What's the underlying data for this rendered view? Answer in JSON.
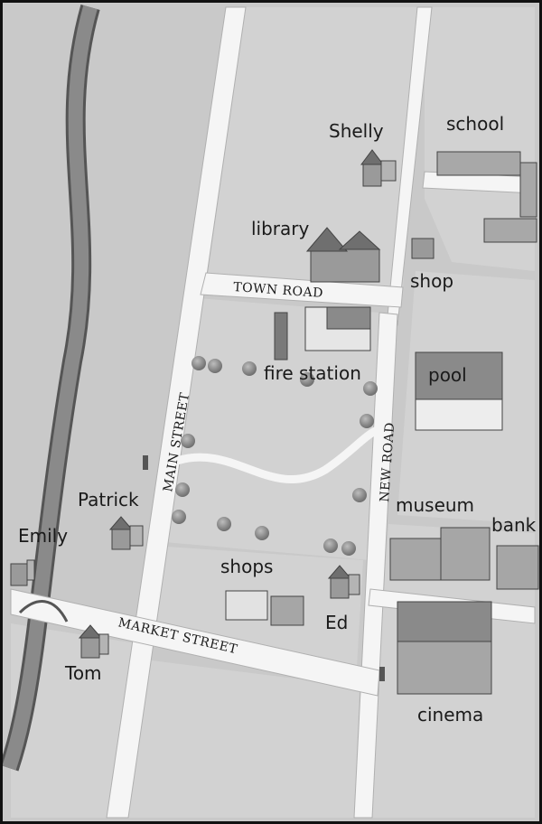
{
  "streets": {
    "main_street": "MAIN STREET",
    "town_road": "TOWN ROAD",
    "new_road": "NEW ROAD",
    "market_street": "MARKET STREET"
  },
  "places": {
    "shelly": "Shelly",
    "school": "school",
    "library": "library",
    "shop": "shop",
    "fire_station": "fire station",
    "pool": "pool",
    "patrick": "Patrick",
    "museum": "museum",
    "bank": "bank",
    "emily": "Emily",
    "shops": "shops",
    "ed": "Ed",
    "tom": "Tom",
    "cinema": "cinema"
  },
  "colors": {
    "ground": "#c9c9c9",
    "block": "#d6d6d6",
    "road": "#f4f4f4",
    "river": "#7d7d7d",
    "building": "#8e8e8e",
    "roof": "#6f6f6f",
    "tree": "#8a8a8a"
  }
}
